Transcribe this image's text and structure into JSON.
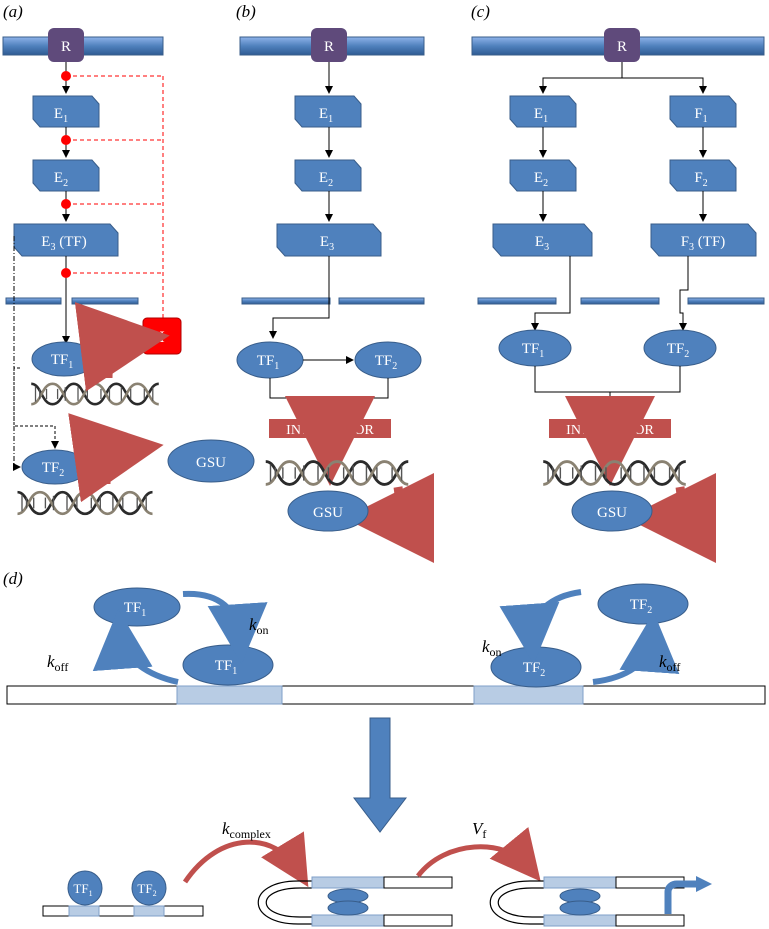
{
  "panels": {
    "a": "(a)",
    "b": "(b)",
    "c": "(c)",
    "d": "(d)"
  },
  "a": {
    "receptor": "R",
    "e1": "E",
    "e1_sub": "1",
    "e2": "E",
    "e2_sub": "2",
    "e3": "E",
    "e3_sub": "3",
    "e3_suffix": " (TF)",
    "tf1": "TF",
    "tf1_sub": "1",
    "tf2": "TF",
    "tf2_sub": "2",
    "inhibitor": "I",
    "gsu": "GSU"
  },
  "b": {
    "receptor": "R",
    "e1": "E",
    "e1_sub": "1",
    "e2": "E",
    "e2_sub": "2",
    "e3": "E",
    "e3_sub": "3",
    "tf1": "TF",
    "tf1_sub": "1",
    "tf2": "TF",
    "tf2_sub": "2",
    "integrator": "INTEGRATOR",
    "gsu": "GSU"
  },
  "c": {
    "receptor": "R",
    "e1": "E",
    "e1_sub": "1",
    "e2": "E",
    "e2_sub": "2",
    "e3": "E",
    "e3_sub": "3",
    "f1": "F",
    "f1_sub": "1",
    "f2": "F",
    "f2_sub": "2",
    "f3": "F",
    "f3_sub": "3",
    "f3_suffix": " (TF)",
    "tf1": "TF",
    "tf1_sub": "1",
    "tf2": "TF",
    "tf2_sub": "2",
    "integrator": "INTEGRATOR",
    "gsu": "GSU"
  },
  "d": {
    "tf1": "TF",
    "tf1_sub": "1",
    "tf2": "TF",
    "tf2_sub": "2",
    "k": "k",
    "on": "on",
    "off": "off",
    "complex": "complex",
    "v": "V",
    "f": "f"
  },
  "colors": {
    "blue_fill": "#4f81bd",
    "blue_dark": "#385d8a",
    "bar_top": "#6b9be0",
    "purple": "#5f4a7b",
    "red_inhibitor": "#ff0000",
    "red_dot": "#ff0000",
    "red_arrow": "#c0504d",
    "integrator_fill": "#c0504d",
    "site_fill": "#b8cce4"
  },
  "icons": [
    "dna-helix-icon",
    "curved-arrow-icon",
    "membrane-bar-icon"
  ]
}
